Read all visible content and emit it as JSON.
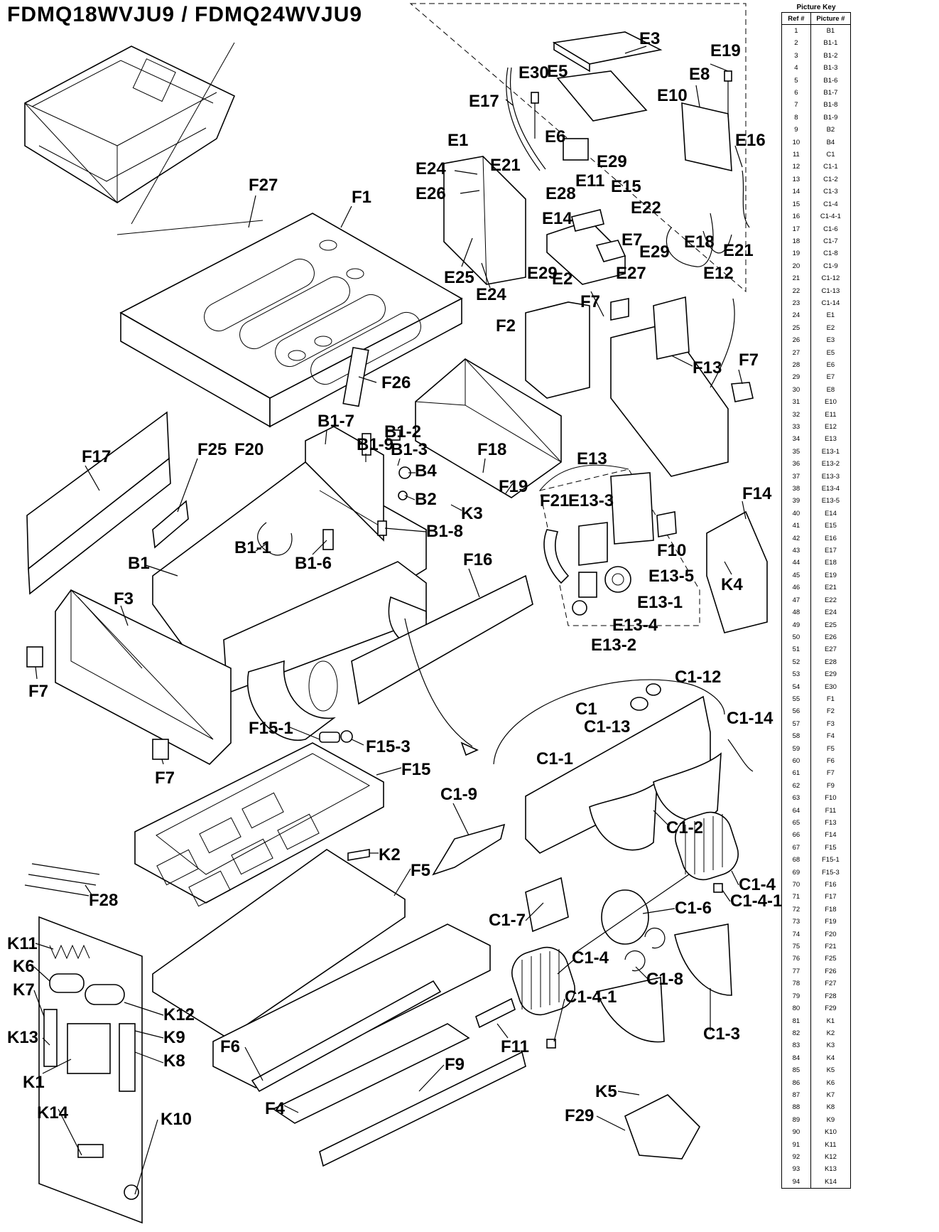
{
  "title": "FDMQ18WVJU9 / FDMQ24WVJU9",
  "picture_key": {
    "title": "Picture Key",
    "col_ref": "Ref #",
    "col_picture": "Picture #",
    "rows": [
      [
        "1",
        "B1"
      ],
      [
        "2",
        "B1-1"
      ],
      [
        "3",
        "B1-2"
      ],
      [
        "4",
        "B1-3"
      ],
      [
        "5",
        "B1-6"
      ],
      [
        "6",
        "B1-7"
      ],
      [
        "7",
        "B1-8"
      ],
      [
        "8",
        "B1-9"
      ],
      [
        "9",
        "B2"
      ],
      [
        "10",
        "B4"
      ],
      [
        "11",
        "C1"
      ],
      [
        "12",
        "C1-1"
      ],
      [
        "13",
        "C1-2"
      ],
      [
        "14",
        "C1-3"
      ],
      [
        "15",
        "C1-4"
      ],
      [
        "16",
        "C1-4-1"
      ],
      [
        "17",
        "C1-6"
      ],
      [
        "18",
        "C1-7"
      ],
      [
        "19",
        "C1-8"
      ],
      [
        "20",
        "C1-9"
      ],
      [
        "21",
        "C1-12"
      ],
      [
        "22",
        "C1-13"
      ],
      [
        "23",
        "C1-14"
      ],
      [
        "24",
        "E1"
      ],
      [
        "25",
        "E2"
      ],
      [
        "26",
        "E3"
      ],
      [
        "27",
        "E5"
      ],
      [
        "28",
        "E6"
      ],
      [
        "29",
        "E7"
      ],
      [
        "30",
        "E8"
      ],
      [
        "31",
        "E10"
      ],
      [
        "32",
        "E11"
      ],
      [
        "33",
        "E12"
      ],
      [
        "34",
        "E13"
      ],
      [
        "35",
        "E13-1"
      ],
      [
        "36",
        "E13-2"
      ],
      [
        "37",
        "E13-3"
      ],
      [
        "38",
        "E13-4"
      ],
      [
        "39",
        "E13-5"
      ],
      [
        "40",
        "E14"
      ],
      [
        "41",
        "E15"
      ],
      [
        "42",
        "E16"
      ],
      [
        "43",
        "E17"
      ],
      [
        "44",
        "E18"
      ],
      [
        "45",
        "E19"
      ],
      [
        "46",
        "E21"
      ],
      [
        "47",
        "E22"
      ],
      [
        "48",
        "E24"
      ],
      [
        "49",
        "E25"
      ],
      [
        "50",
        "E26"
      ],
      [
        "51",
        "E27"
      ],
      [
        "52",
        "E28"
      ],
      [
        "53",
        "E29"
      ],
      [
        "54",
        "E30"
      ],
      [
        "55",
        "F1"
      ],
      [
        "56",
        "F2"
      ],
      [
        "57",
        "F3"
      ],
      [
        "58",
        "F4"
      ],
      [
        "59",
        "F5"
      ],
      [
        "60",
        "F6"
      ],
      [
        "61",
        "F7"
      ],
      [
        "62",
        "F9"
      ],
      [
        "63",
        "F10"
      ],
      [
        "64",
        "F11"
      ],
      [
        "65",
        "F13"
      ],
      [
        "66",
        "F14"
      ],
      [
        "67",
        "F15"
      ],
      [
        "68",
        "F15-1"
      ],
      [
        "69",
        "F15-3"
      ],
      [
        "70",
        "F16"
      ],
      [
        "71",
        "F17"
      ],
      [
        "72",
        "F18"
      ],
      [
        "73",
        "F19"
      ],
      [
        "74",
        "F20"
      ],
      [
        "75",
        "F21"
      ],
      [
        "76",
        "F25"
      ],
      [
        "77",
        "F26"
      ],
      [
        "78",
        "F27"
      ],
      [
        "79",
        "F28"
      ],
      [
        "80",
        "F29"
      ],
      [
        "81",
        "K1"
      ],
      [
        "82",
        "K2"
      ],
      [
        "83",
        "K3"
      ],
      [
        "84",
        "K4"
      ],
      [
        "85",
        "K5"
      ],
      [
        "86",
        "K6"
      ],
      [
        "87",
        "K7"
      ],
      [
        "88",
        "K8"
      ],
      [
        "89",
        "K9"
      ],
      [
        "90",
        "K10"
      ],
      [
        "91",
        "K11"
      ],
      [
        "92",
        "K12"
      ],
      [
        "93",
        "K13"
      ],
      [
        "94",
        "K14"
      ]
    ]
  },
  "callouts": [
    "E3",
    "E19",
    "E30",
    "E5",
    "E8",
    "E17",
    "E10",
    "E6",
    "E16",
    "E1",
    "E21",
    "E29",
    "E24",
    "E26",
    "E11",
    "E15",
    "E28",
    "E22",
    "E14",
    "E7",
    "E29",
    "E18",
    "E21",
    "E25",
    "E29",
    "E2",
    "E27",
    "E12",
    "E24",
    "F27",
    "F1",
    "F7",
    "F2",
    "F13",
    "F26",
    "F7",
    "F17",
    "F25",
    "F20",
    "B1-7",
    "B1-9",
    "B1-2",
    "B1-3",
    "B4",
    "F18",
    "B2",
    "F19",
    "E13",
    "K3",
    "F21",
    "E13-3",
    "F14",
    "B1-8",
    "B1-1",
    "B1-6",
    "B1",
    "F10",
    "F16",
    "E13-5",
    "K4",
    "F3",
    "E13-1",
    "E13-4",
    "F7",
    "E13-2",
    "C1-12",
    "C1",
    "C1-14",
    "C1-13",
    "F15-1",
    "F15-3",
    "C1-1",
    "F7",
    "F15",
    "C1-9",
    "C1-2",
    "K2",
    "F5",
    "C1-4",
    "F28",
    "C1-4-1",
    "C1-7",
    "C1-6",
    "K11",
    "K6",
    "C1-4",
    "C1-8",
    "K7",
    "C1-4-1",
    "K12",
    "K13",
    "K9",
    "C1-3",
    "F6",
    "F11",
    "K8",
    "F9",
    "K1",
    "K5",
    "F4",
    "F29",
    "K14",
    "K10"
  ]
}
